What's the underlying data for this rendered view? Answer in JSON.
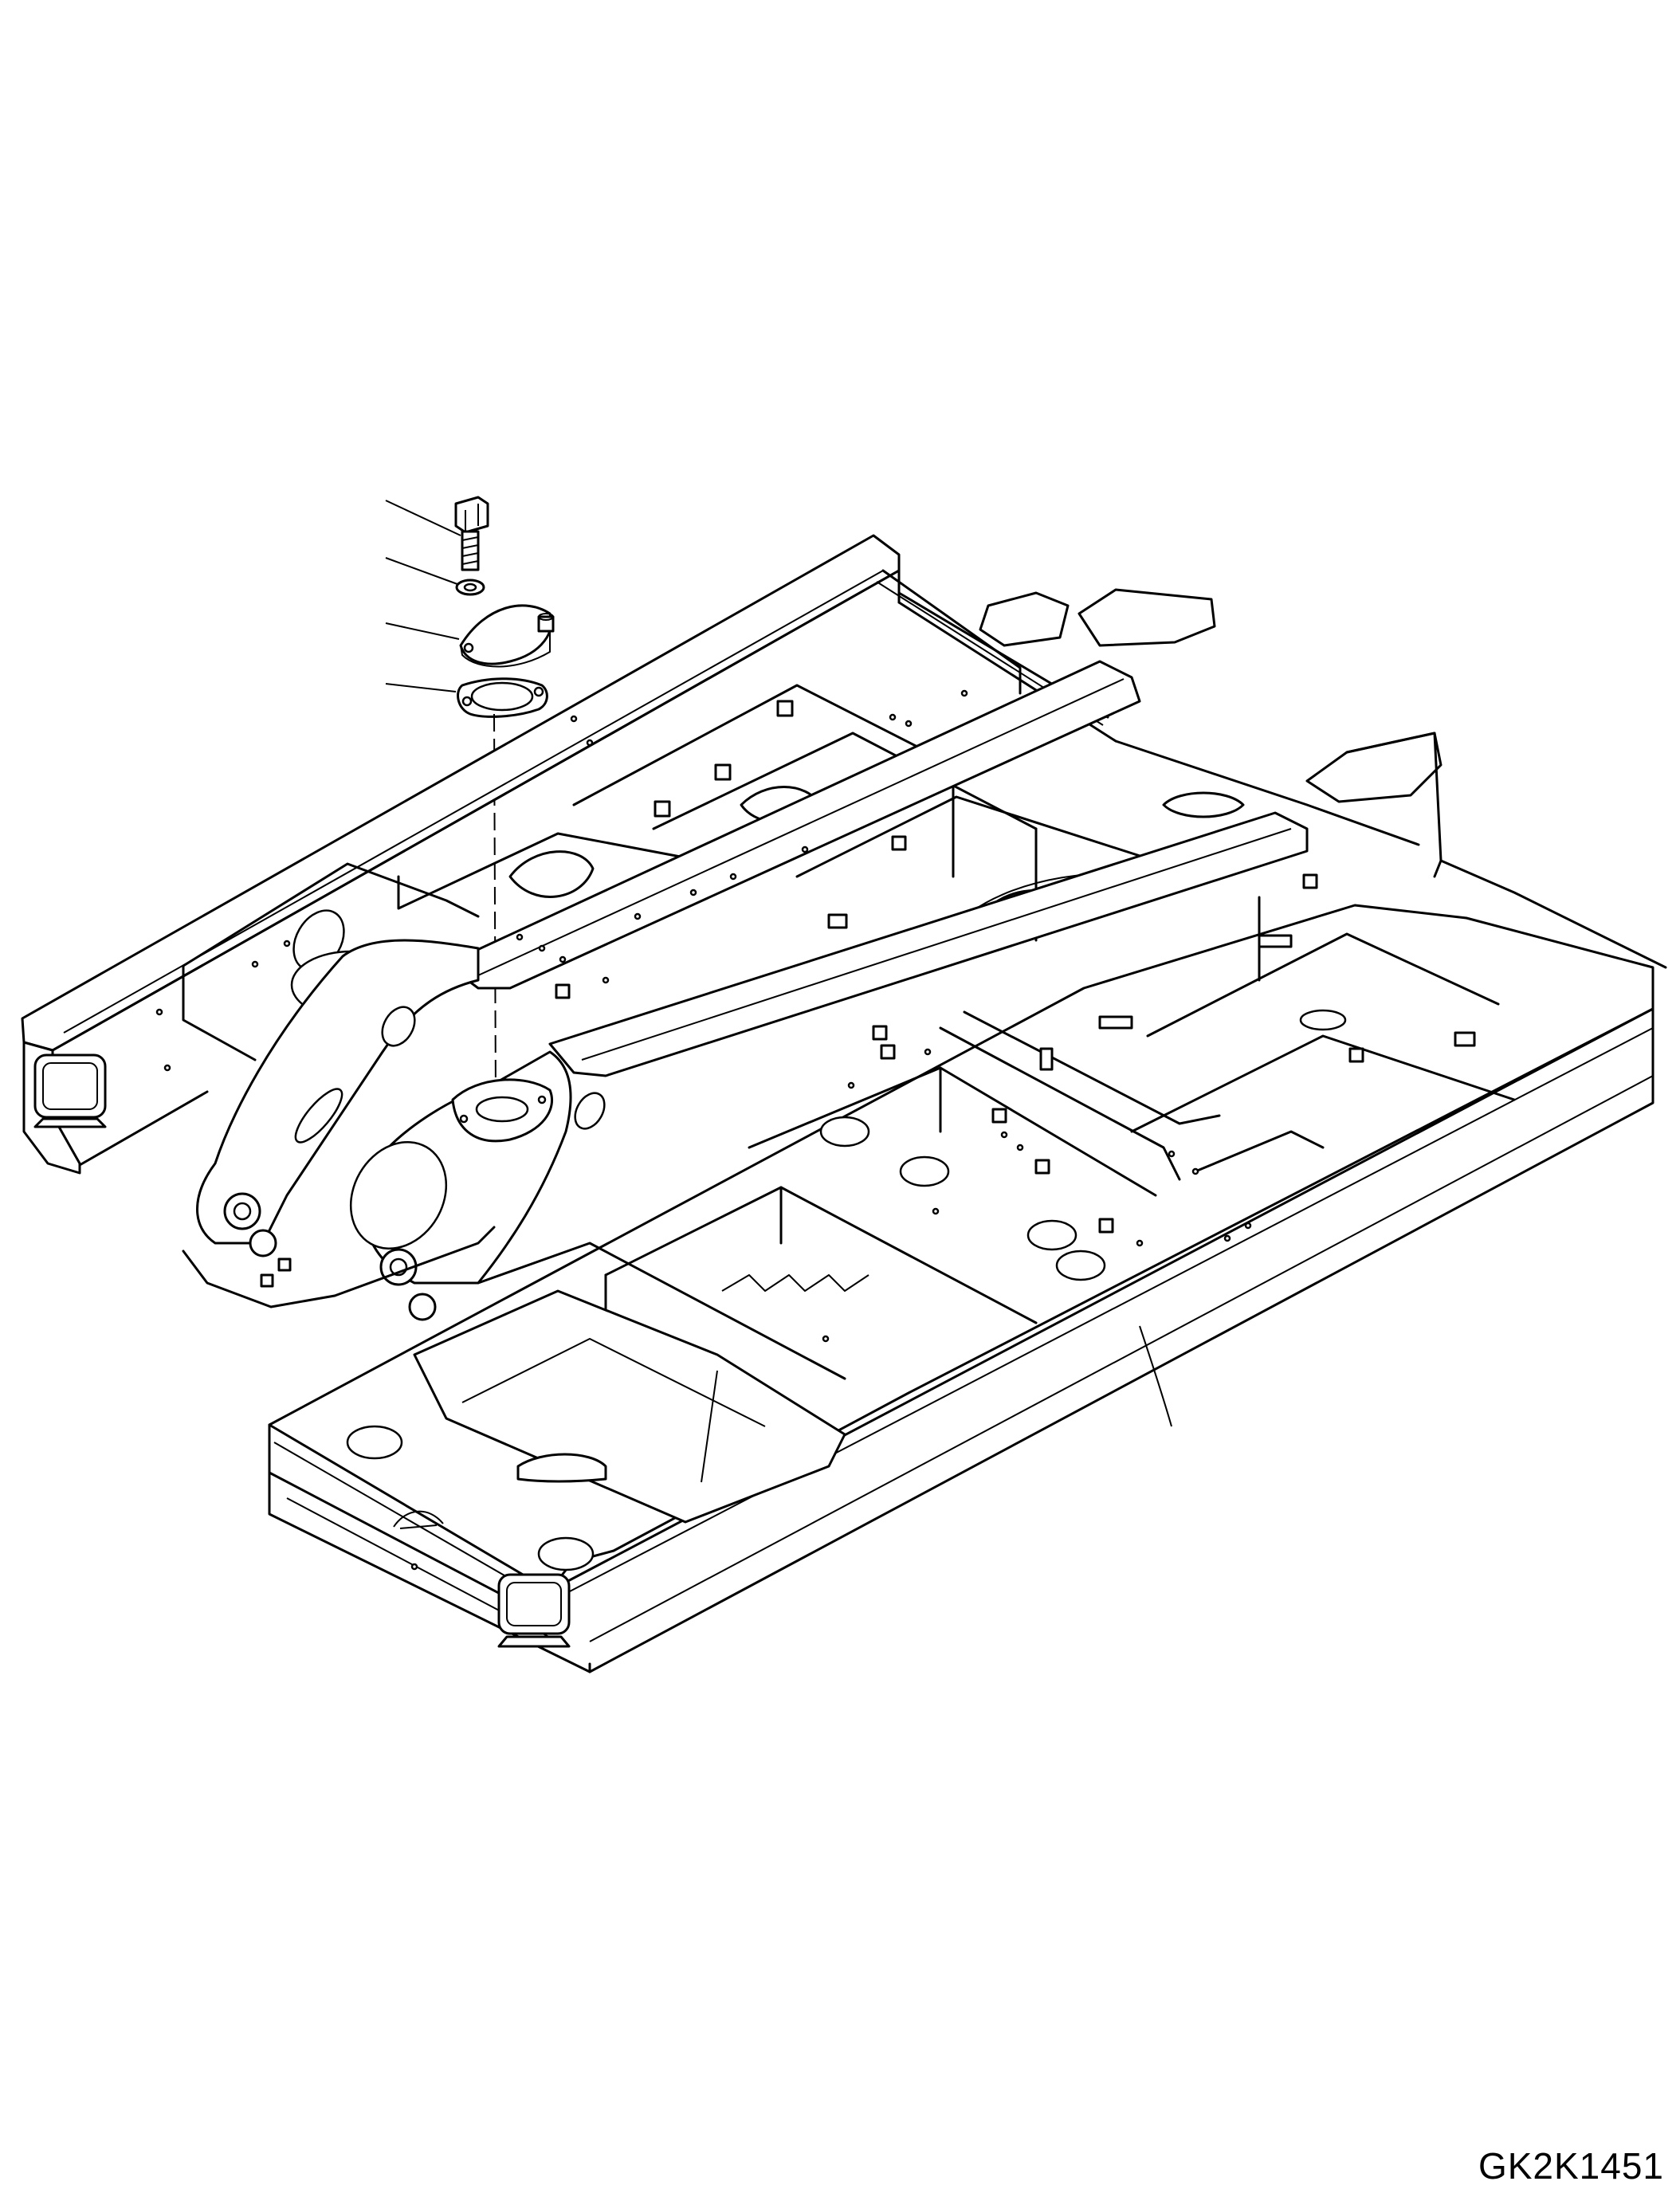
{
  "drawing": {
    "code": "GK2K1451"
  },
  "callouts": [
    {
      "part": "bolt"
    },
    {
      "part": "washer"
    },
    {
      "part": "cover"
    },
    {
      "part": "gasket"
    },
    {
      "part": "revolving-frame"
    }
  ]
}
